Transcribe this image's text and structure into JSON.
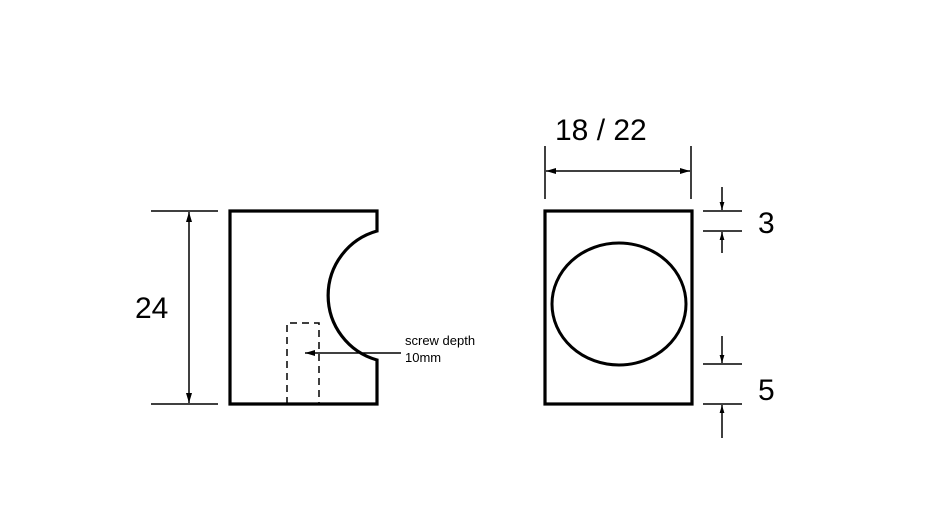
{
  "side_view": {
    "height_dim": "24",
    "annotation_line1": "screw depth",
    "annotation_line2": "10mm"
  },
  "front_view": {
    "width_dim": "18 / 22",
    "top_margin_dim": "3",
    "bottom_margin_dim": "5"
  }
}
